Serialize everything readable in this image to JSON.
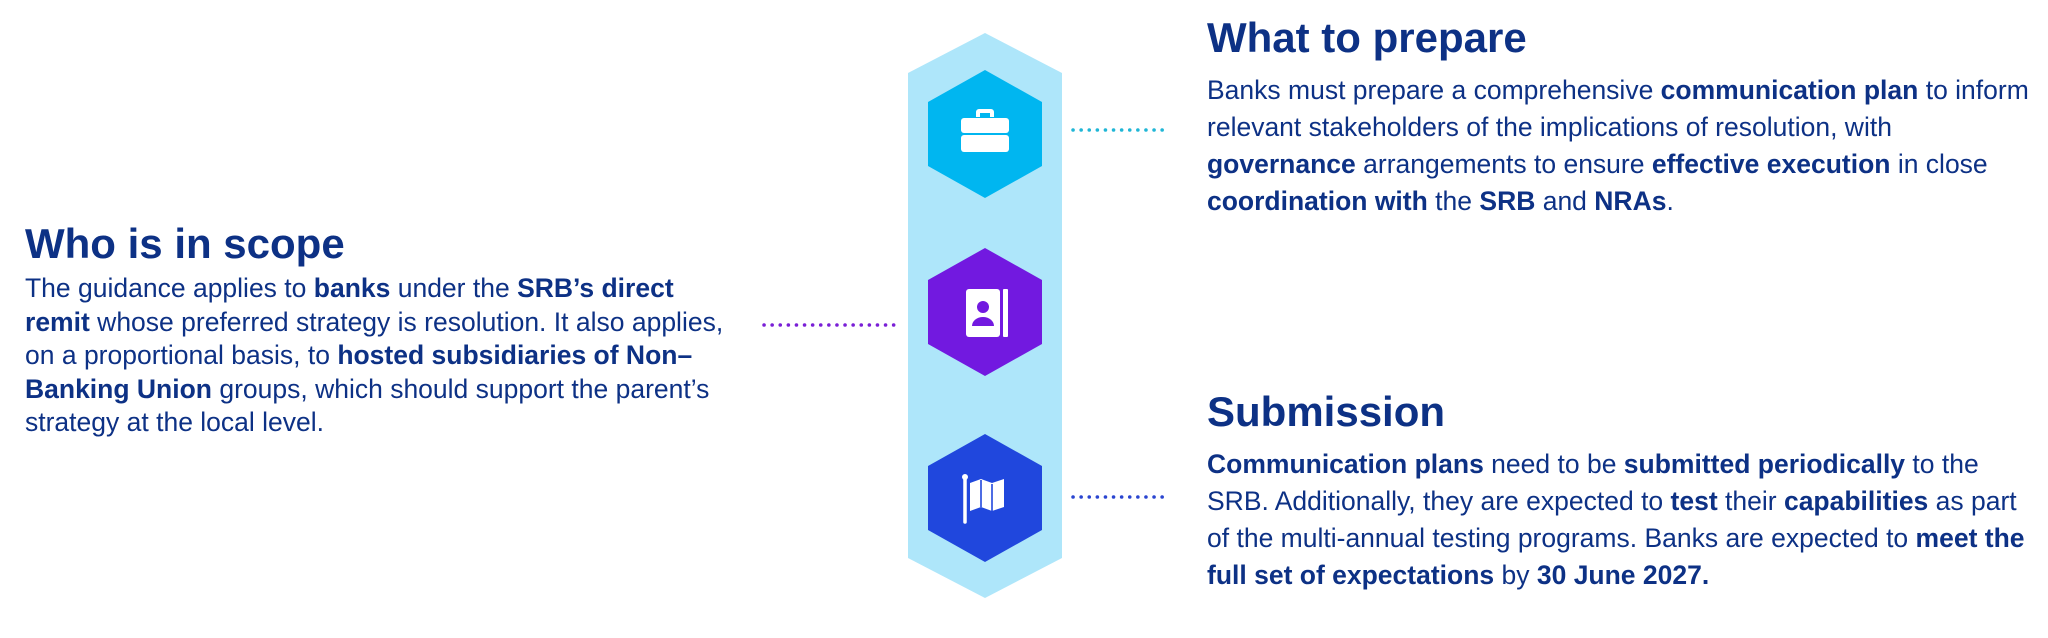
{
  "scope": {
    "title": "Who is in scope",
    "body": [
      {
        "text": "The guidance applies to "
      },
      {
        "text": "banks",
        "bold": true
      },
      {
        "text": " under the "
      },
      {
        "text": "SRB’s direct remit",
        "bold": true
      },
      {
        "text": " whose preferred strategy is resolution. It also applies, on a proportional basis, to "
      },
      {
        "text": "hosted subsidiaries of Non–Banking Union",
        "bold": true
      },
      {
        "text": " groups, which should support the parent’s strategy at the local level."
      }
    ]
  },
  "prepare": {
    "title": "What to prepare",
    "body": [
      {
        "text": "Banks must prepare a comprehensive "
      },
      {
        "text": "communication plan",
        "bold": true
      },
      {
        "text": " to inform relevant stakeholders of the implications of resolution, with "
      },
      {
        "text": "governance",
        "bold": true
      },
      {
        "text": " arrangements to ensure "
      },
      {
        "text": "effective execution",
        "bold": true
      },
      {
        "text": " in close "
      },
      {
        "text": "coordination with",
        "bold": true
      },
      {
        "text": " the "
      },
      {
        "text": "SRB",
        "bold": true
      },
      {
        "text": " and "
      },
      {
        "text": "NRAs",
        "bold": true
      },
      {
        "text": "."
      }
    ]
  },
  "submission": {
    "title": "Submission",
    "body": [
      {
        "text": "Communication plans",
        "bold": true
      },
      {
        "text": " need to be "
      },
      {
        "text": "submitted periodically",
        "bold": true
      },
      {
        "text": " to the SRB. Additionally, they are expected to "
      },
      {
        "text": "test",
        "bold": true
      },
      {
        "text": " their "
      },
      {
        "text": "capabilities",
        "bold": true
      },
      {
        "text": " as part of the multi-annual testing programs. Banks are expected to "
      },
      {
        "text": "meet the full set of expectations",
        "bold": true
      },
      {
        "text": " by "
      },
      {
        "text": "30 June 2027.",
        "bold": true
      }
    ]
  },
  "diagram": {
    "column_color": "#aee6fa",
    "nodes": [
      {
        "icon": "briefcase-icon",
        "color": "#00b6f0",
        "connector_color": "#20b6d6"
      },
      {
        "icon": "contact-book-icon",
        "color": "#7219e0",
        "connector_color": "#7a1fd6"
      },
      {
        "icon": "flag-icon",
        "color": "#2047dd",
        "connector_color": "#2a45d0"
      }
    ]
  }
}
